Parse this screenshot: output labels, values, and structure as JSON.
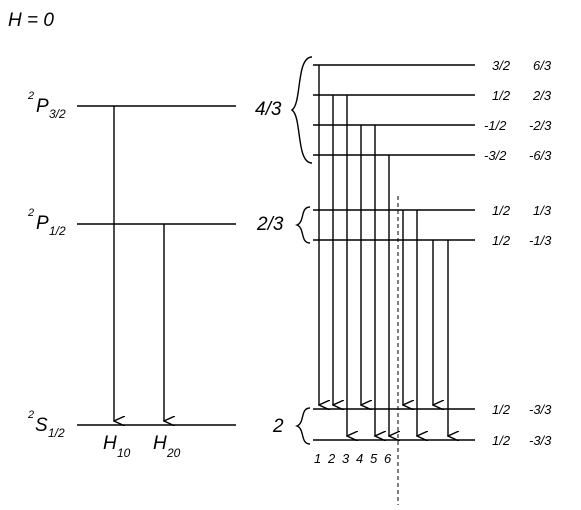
{
  "title": "H = 0",
  "left_levels": {
    "p32": {
      "sup": "2",
      "main": "P",
      "sub": "3/2"
    },
    "p12": {
      "sup": "2",
      "main": "P",
      "sub": "1/2"
    },
    "s12": {
      "sup": "2",
      "main": "S",
      "sub": "1/2"
    }
  },
  "transitions_left": {
    "h10": {
      "main": "H",
      "sub": "10"
    },
    "h20": {
      "main": "H",
      "sub": "20"
    }
  },
  "g_factors": {
    "upper": "4/3",
    "middle": "2/3",
    "lower": "2"
  },
  "right_levels": [
    {
      "m": "3/2",
      "mg": "6/3"
    },
    {
      "m": "1/2",
      "mg": "2/3"
    },
    {
      "m": "-1/2",
      "mg": "-2/3"
    },
    {
      "m": "-3/2",
      "mg": "-6/3"
    },
    {
      "m": "1/2",
      "mg": "1/3"
    },
    {
      "m": "1/2",
      "mg": "-1/3"
    },
    {
      "m": "1/2",
      "mg": "-3/3"
    },
    {
      "m": "1/2",
      "mg": "-3/3"
    }
  ],
  "transition_numbers": [
    "1",
    "2",
    "3",
    "4",
    "5",
    "6"
  ]
}
